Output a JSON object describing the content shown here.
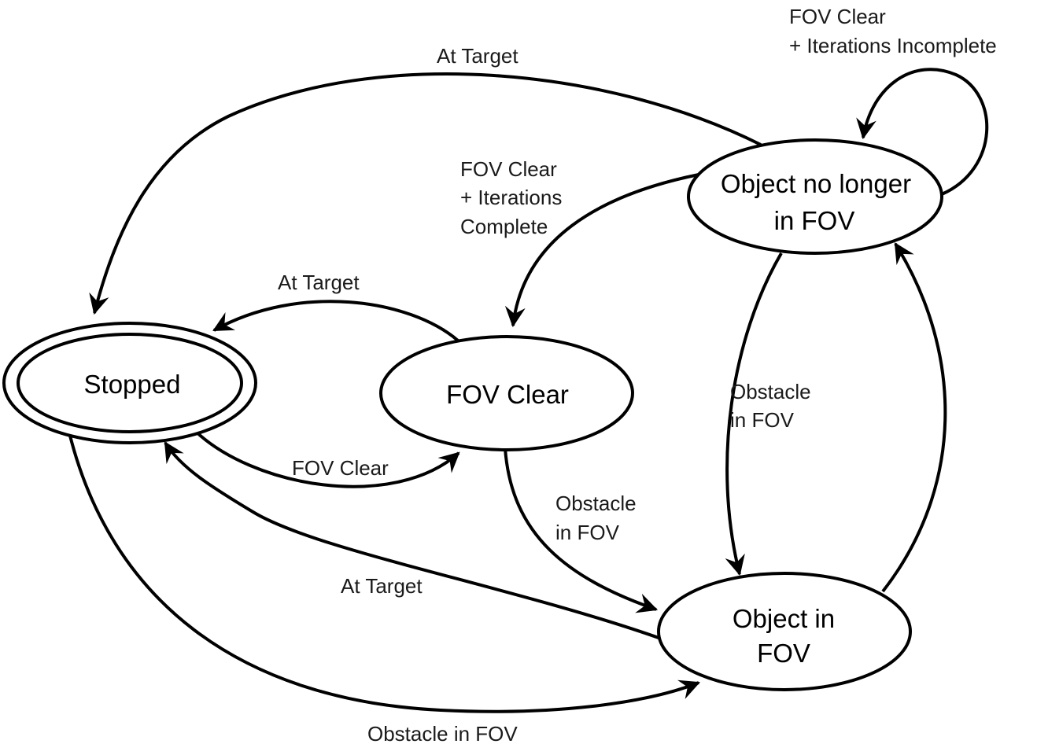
{
  "diagram": {
    "states": {
      "stopped": {
        "label": "Stopped",
        "final": true
      },
      "fov_clear": {
        "label": "FOV Clear"
      },
      "no_longer": {
        "lines": [
          "Object no longer",
          "in FOV"
        ]
      },
      "object_in": {
        "lines": [
          "Object in",
          "FOV"
        ]
      }
    },
    "edges": {
      "no_longer_to_stopped": {
        "label": "At Target"
      },
      "no_longer_self": {
        "lines": [
          "FOV Clear",
          "+ Iterations Incomplete"
        ]
      },
      "no_longer_to_fov_clear": {
        "lines": [
          "FOV Clear",
          "+ Iterations",
          "Complete"
        ]
      },
      "fov_clear_to_stopped": {
        "label": "At Target"
      },
      "stopped_to_fov_clear": {
        "label": "FOV Clear"
      },
      "fov_clear_to_object_in": {
        "lines": [
          "Obstacle",
          "in FOV"
        ]
      },
      "no_longer_to_object_in": {
        "lines": [
          "Obstacle",
          "in FOV"
        ]
      },
      "object_in_to_stopped": {
        "label": "At Target"
      },
      "stopped_to_object_in": {
        "label": "Obstacle in FOV"
      },
      "object_in_to_no_longer": {
        "label": ""
      }
    },
    "colors": {
      "stroke": "#000000",
      "background": "#ffffff",
      "text": "#000000"
    }
  }
}
